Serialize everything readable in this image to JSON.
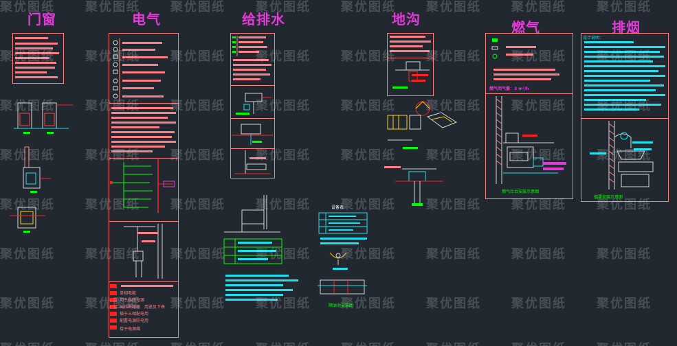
{
  "sections": {
    "door_window": "门窗",
    "electrical": "电气",
    "plumbing": "给排水",
    "floor_trench": "地沟",
    "gas": "燃气",
    "smoke_exhaust": "排烟"
  },
  "watermark": "聚优图纸",
  "electrical_legend": [
    "单相电能",
    "用于插座电源",
    "出线断路器",
    "用途见下表",
    "插于三相配电用",
    "配置电源防电用",
    "接于电源箱"
  ],
  "gas_pressure_label": "燃气用气量：3 m³/h",
  "gas_diagram_caption": "燃气灶台安装示意图",
  "smoke_notes_title": "设计说明：",
  "smoke_diagram_caption": "烟罩安装示意图",
  "plumbing_table_title": "设备表",
  "plumbing_detail_caption": "隔油池安装图",
  "colors": {
    "background": "#212830",
    "title": "#e23ad6",
    "frame": "#ff7f7f",
    "cyan": "#1ee0ee",
    "green": "#00ff00"
  }
}
